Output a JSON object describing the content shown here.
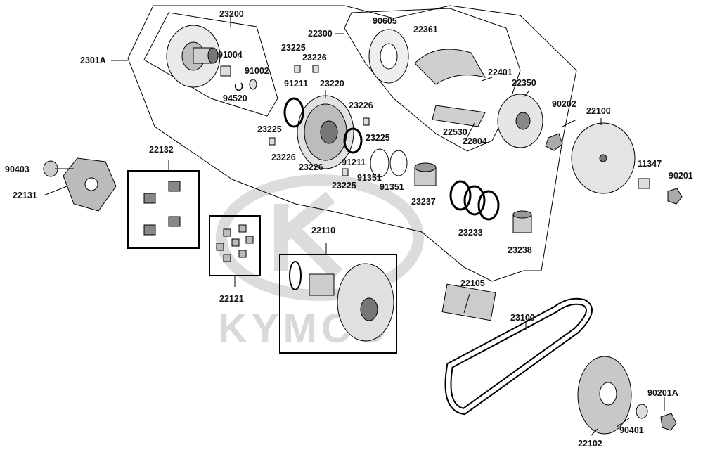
{
  "watermark": {
    "text": "KYMCO"
  },
  "colors": {
    "line": "#000000",
    "fill_light": "#e8e8e8",
    "fill_mid": "#bdbdbd",
    "fill_dark": "#555555",
    "watermark": "#d9d9d9"
  },
  "labels": {
    "p23200": "23200",
    "p2301A": "2301A",
    "p91004": "91004",
    "p91002": "91002",
    "p94520": "94520",
    "p23225a": "23225",
    "p23226a": "23226",
    "p91211a": "91211",
    "p23220": "23220",
    "p23226b": "23226",
    "p23225b": "23225",
    "p23225c": "23225",
    "p23226c": "23226",
    "p23226d": "23226",
    "p91211b": "91211",
    "p23225d": "23225",
    "p91351a": "91351",
    "p91351b": "91351",
    "p22300": "22300",
    "p90605": "90605",
    "p22361": "22361",
    "p22401": "22401",
    "p22350": "22350",
    "p22530": "22530",
    "p22804": "22804",
    "p90202": "90202",
    "p22100": "22100",
    "p11347": "11347",
    "p90201": "90201",
    "p23237": "23237",
    "p23233": "23233",
    "p23238": "23238",
    "p90403": "90403",
    "p22131": "22131",
    "p22132": "22132",
    "p22121": "22121",
    "p22110": "22110",
    "p22105": "22105",
    "p23100": "23100",
    "p90201A": "90201A",
    "p90401": "90401",
    "p22102": "22102"
  }
}
